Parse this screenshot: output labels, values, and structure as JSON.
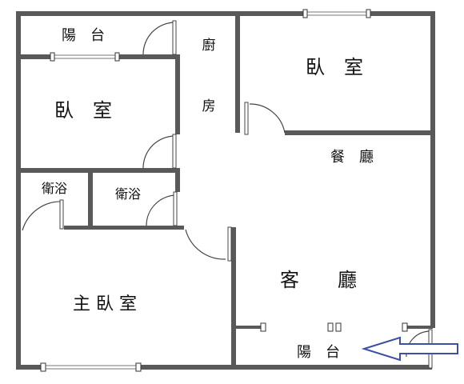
{
  "rooms": {
    "balcony_top": "陽　台",
    "kitchen_line1": "廚",
    "kitchen_line2": "房",
    "bedroom_top_right": "臥　室",
    "bedroom_left": "臥　室",
    "dining": "餐　廳",
    "bath_1": "衛浴",
    "bath_2": "衛浴",
    "living": "客　　廳",
    "master_bedroom": "主 臥 室",
    "balcony_bottom": "陽　台"
  },
  "colors": {
    "wall": "#595959",
    "arrow_outline": "#3f4fa8"
  },
  "icons": [
    "door-swing-icon",
    "window-icon",
    "arrow-left-icon"
  ]
}
